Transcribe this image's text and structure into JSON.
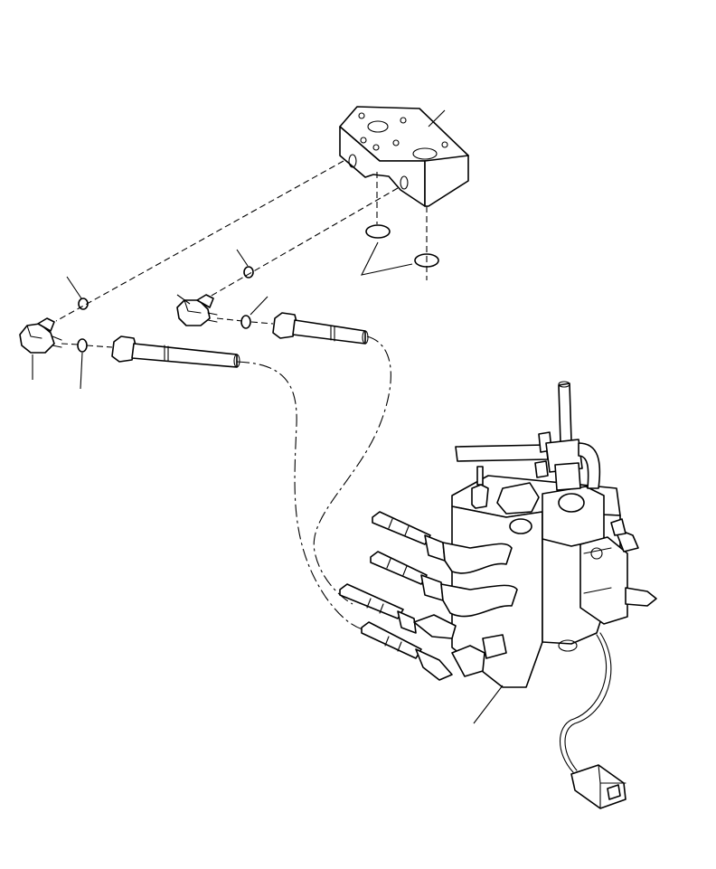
{
  "figure": {
    "parts": [
      {
        "id": "manifold-block"
      },
      {
        "id": "oring-pair"
      },
      {
        "id": "oring"
      },
      {
        "id": "oring"
      },
      {
        "id": "oring"
      },
      {
        "id": "elbow-fitting"
      },
      {
        "id": "elbow-fitting"
      },
      {
        "id": "hose"
      },
      {
        "id": "hose"
      },
      {
        "id": "control-valve"
      }
    ]
  }
}
